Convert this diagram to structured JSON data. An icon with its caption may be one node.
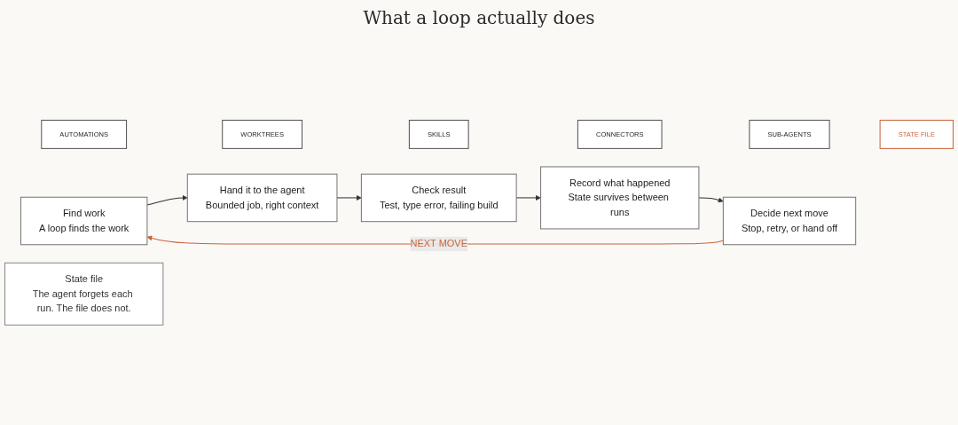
{
  "diagram": {
    "title": "What a loop actually does",
    "nodes": [
      {
        "text": [
          "AUTOMATIONS"
        ]
      },
      {
        "text": [
          "WORKTREES"
        ]
      },
      {
        "text": [
          "SKILLS"
        ]
      },
      {
        "text": [
          "CONNECTORS"
        ]
      },
      {
        "text": [
          "SUB-AGENTS"
        ]
      },
      {
        "text": [
          "STATE FILE"
        ]
      },
      {
        "text": [
          "Find work",
          "A loop finds the work"
        ]
      },
      {
        "text": [
          "Hand it to the agent",
          "Bounded job, right context"
        ]
      },
      {
        "text": [
          "Check result",
          "Test, type error, failing build"
        ]
      },
      {
        "text": [
          "Record what happened",
          "State survives between runs"
        ]
      },
      {
        "text": [
          "Decide next move",
          "Stop, retry, or hand off"
        ]
      },
      {
        "text": [
          "State file",
          "The agent forgets each run. The file does not."
        ]
      }
    ],
    "edges": [
      {
        "from": 6,
        "to": 7,
        "arrow": "to"
      },
      {
        "from": 7,
        "to": 8,
        "arrow": "to"
      },
      {
        "from": 8,
        "to": 9,
        "arrow": "to"
      },
      {
        "from": 9,
        "to": 10,
        "arrow": "to"
      },
      {
        "from": 10,
        "to": 6,
        "arrow": "to",
        "label": "NEXT MOVE",
        "color": "#c8643c"
      }
    ]
  }
}
